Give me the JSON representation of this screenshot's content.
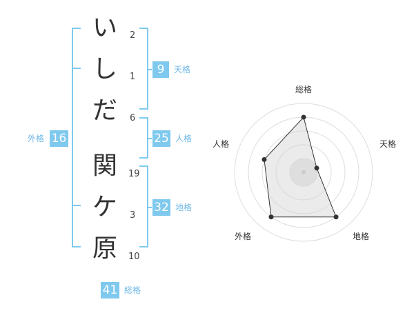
{
  "colors": {
    "accent": "#7fc9ee",
    "label": "#6fb8e8",
    "text": "#333333"
  },
  "name": {
    "characters": [
      {
        "char": "い",
        "strokes": "2"
      },
      {
        "char": "し",
        "strokes": "1"
      },
      {
        "char": "だ",
        "strokes": "6"
      },
      {
        "char": "関",
        "strokes": "19"
      },
      {
        "char": "ケ",
        "strokes": "3"
      },
      {
        "char": "原",
        "strokes": "10"
      }
    ]
  },
  "fortunes": {
    "tenkaku": {
      "value": "9",
      "label": "天格"
    },
    "jinkaku": {
      "value": "25",
      "label": "人格"
    },
    "chikaku": {
      "value": "32",
      "label": "地格"
    },
    "gaikaku": {
      "value": "16",
      "label": "外格"
    },
    "soukaku": {
      "value": "41",
      "label": "総格"
    }
  },
  "radar": {
    "axes": [
      "総格",
      "天格",
      "地格",
      "外格",
      "人格"
    ],
    "values": [
      4,
      1,
      4,
      4,
      3
    ],
    "max": 5,
    "rings": 5
  }
}
